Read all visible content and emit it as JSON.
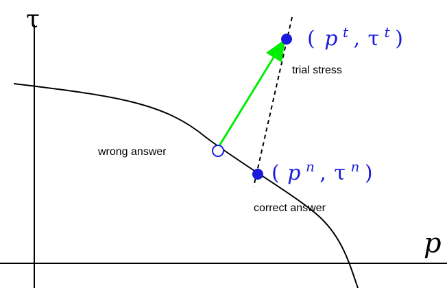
{
  "axes": {
    "x_label": "p",
    "y_label": "τ"
  },
  "points": {
    "trial": {
      "open_paren": "(",
      "p": "p",
      "p_sup": "t",
      "comma": ",",
      "tau": "τ",
      "tau_sup": "t",
      "close_paren": ")",
      "annotation": "trial stress"
    },
    "correct": {
      "open_paren": "(",
      "p": "p",
      "p_sup": "n",
      "comma": ",",
      "tau": "τ",
      "tau_sup": "n",
      "close_paren": ")",
      "annotation": "correct answer"
    },
    "wrong": {
      "annotation": "wrong answer"
    }
  },
  "colors": {
    "axes": "#000000",
    "yield_curve": "#000000",
    "return_arrow": "#00ee00",
    "points_filled": "#1a1adb",
    "labels": "#1a1adb"
  }
}
